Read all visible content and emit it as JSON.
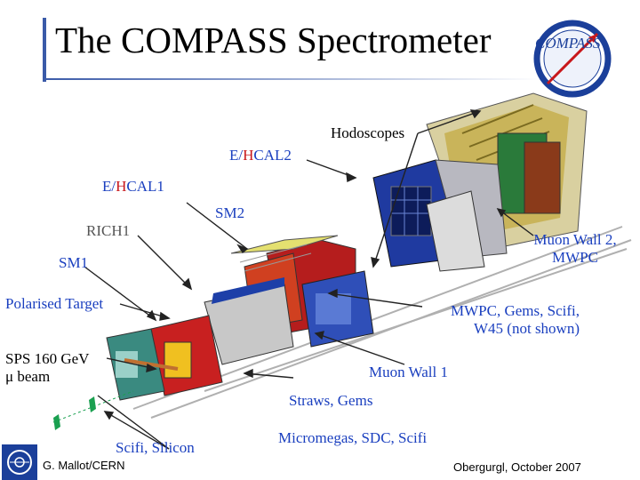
{
  "slide": {
    "title": "The COMPASS Spectrometer",
    "logo_text": "COMPASS",
    "labels": {
      "hodoscopes": "Hodoscopes",
      "ehcal2_prefix": "E/",
      "ehcal2_accent": "H",
      "ehcal2_suffix": "CAL2",
      "ehcal1_prefix": "E/",
      "ehcal1_accent": "H",
      "ehcal1_suffix": "CAL1",
      "sm2": "SM2",
      "rich1": "RICH1",
      "muon_wall2_line1": "Muon Wall 2,",
      "muon_wall2_line2": "MWPC",
      "sm1": "SM1",
      "polarised_target": "Polarised Target",
      "mwpc_line1": "MWPC, Gems, Scifi,",
      "mwpc_line2": "W45 (not shown)",
      "sps_line1": "SPS 160 GeV",
      "sps_line2": "μ beam",
      "muon_wall1": "Muon Wall 1",
      "straws": "Straws, Gems",
      "scifi_silicon": "Scifi, Silicon",
      "micromegas": "Micromegas,  SDC, Scifi"
    },
    "footer": {
      "author": "G. Mallot/CERN",
      "event": "Obergurgl,  October 2007"
    }
  },
  "colors": {
    "title_rule": "#3a5aa8",
    "accent_blue": "#1a3fbf",
    "accent_red": "#c8171b",
    "logo_ring": "#1b3f9a"
  }
}
